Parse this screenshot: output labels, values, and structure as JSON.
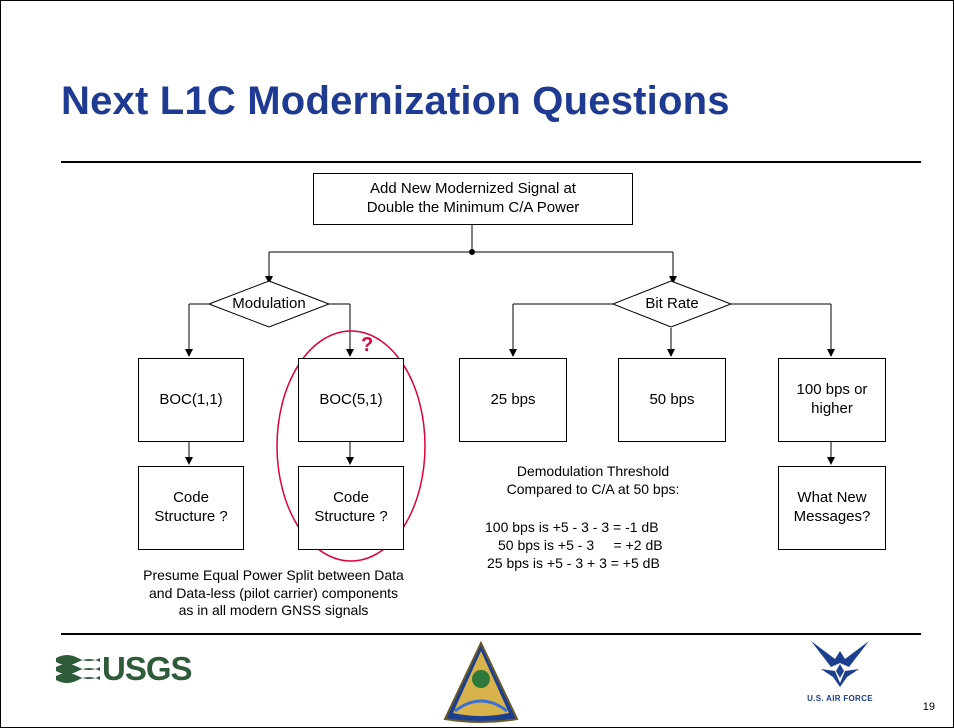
{
  "slide": {
    "title": "Next L1C Modernization Questions",
    "page_number": "19"
  },
  "diagram": {
    "root": "Add New Modernized Signal at\nDouble the Minimum C/A Power",
    "modulation_label": "Modulation",
    "bitrate_label": "Bit Rate",
    "boc11": "BOC(1,1)",
    "boc51": "BOC(5,1)",
    "question_mark": "?",
    "code_structure_1": "Code\nStructure ?",
    "code_structure_2": "Code\nStructure ?",
    "bps25": "25 bps",
    "bps50": "50 bps",
    "bps100": "100 bps or\nhigher",
    "new_messages": "What New\nMessages?",
    "power_split_note": "Presume Equal Power Split between Data\nand Data-less (pilot carrier) components\nas in all modern GNSS signals",
    "threshold_heading": "Demodulation Threshold\nCompared to C/A at 50 bps:",
    "threshold_lines": [
      "100 bps is +5 - 3 - 3 = -1 dB",
      "50 bps is +5 - 3     = +2 dB",
      "25 bps is +5 - 3 + 3 = +5 dB"
    ]
  },
  "logos": {
    "usgs": "USGS",
    "airforce": "U.S. AIR FORCE",
    "center_emblem": "emblem"
  },
  "colors": {
    "title": "#1f3a93",
    "highlight": "#e0003c"
  }
}
